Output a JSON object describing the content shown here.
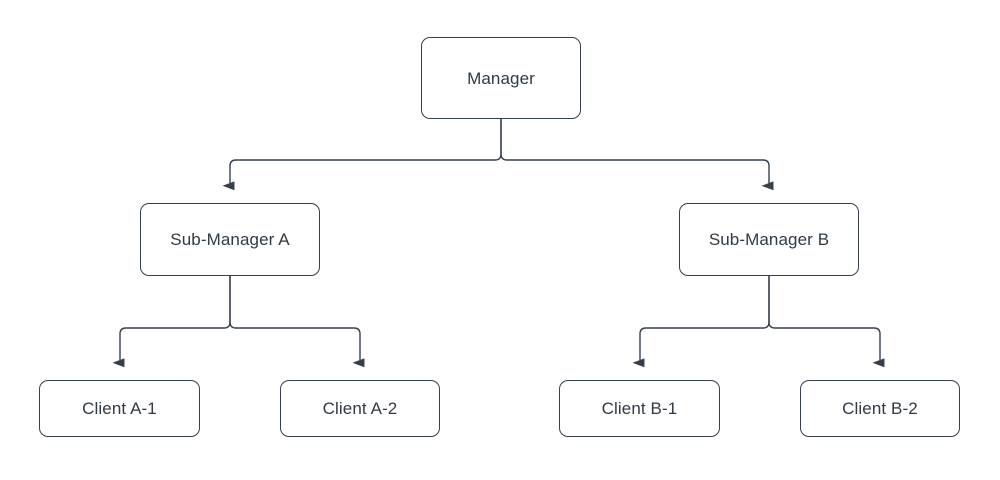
{
  "diagram": {
    "type": "org-chart",
    "orientation": "top-down",
    "background_color": "#ffffff",
    "node_fill": "#ffffff",
    "node_border_color": "#36404d",
    "edge_color": "#36404d",
    "text_color": "#303a45",
    "nodes": [
      {
        "id": "manager",
        "label": "Manager",
        "level": 1
      },
      {
        "id": "sub_manager_a",
        "label": "Sub-Manager A",
        "level": 2
      },
      {
        "id": "sub_manager_b",
        "label": "Sub-Manager B",
        "level": 2
      },
      {
        "id": "client_a_1",
        "label": "Client A-1",
        "level": 3
      },
      {
        "id": "client_a_2",
        "label": "Client A-2",
        "level": 3
      },
      {
        "id": "client_b_1",
        "label": "Client B-1",
        "level": 3
      },
      {
        "id": "client_b_2",
        "label": "Client B-2",
        "level": 3
      }
    ],
    "edges": [
      {
        "from": "manager",
        "to": "sub_manager_a",
        "arrow": "triangle-filled"
      },
      {
        "from": "manager",
        "to": "sub_manager_b",
        "arrow": "triangle-filled"
      },
      {
        "from": "sub_manager_a",
        "to": "client_a_1",
        "arrow": "triangle-filled"
      },
      {
        "from": "sub_manager_a",
        "to": "client_a_2",
        "arrow": "triangle-filled"
      },
      {
        "from": "sub_manager_b",
        "to": "client_b_1",
        "arrow": "triangle-filled"
      },
      {
        "from": "sub_manager_b",
        "to": "client_b_2",
        "arrow": "triangle-filled"
      }
    ]
  }
}
